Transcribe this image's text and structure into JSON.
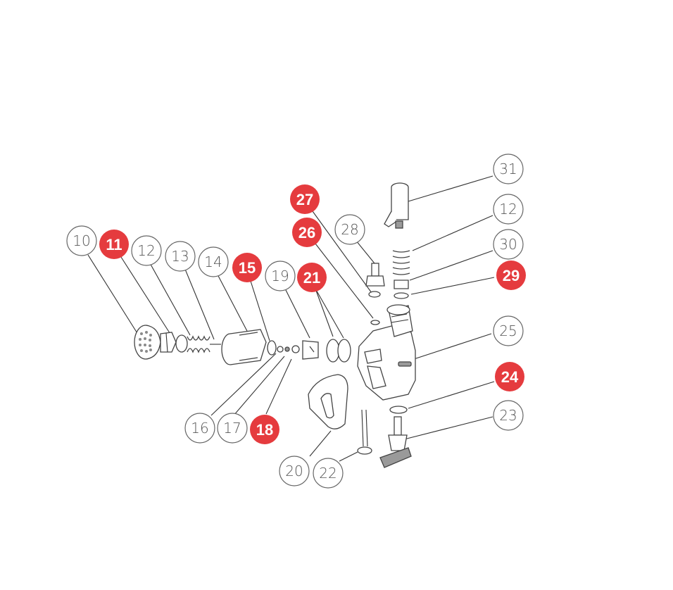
{
  "highlight_color": "#e53b3e",
  "outline_color": "#666666",
  "callouts": [
    {
      "id": "c10",
      "label": "10",
      "highlighted": false
    },
    {
      "id": "c11",
      "label": "11",
      "highlighted": true
    },
    {
      "id": "c12a",
      "label": "12",
      "highlighted": false
    },
    {
      "id": "c13",
      "label": "13",
      "highlighted": false
    },
    {
      "id": "c14",
      "label": "14",
      "highlighted": false
    },
    {
      "id": "c15",
      "label": "15",
      "highlighted": true
    },
    {
      "id": "c19",
      "label": "19",
      "highlighted": false
    },
    {
      "id": "c21",
      "label": "21",
      "highlighted": true
    },
    {
      "id": "c27",
      "label": "27",
      "highlighted": true
    },
    {
      "id": "c26",
      "label": "26",
      "highlighted": true
    },
    {
      "id": "c28",
      "label": "28",
      "highlighted": false
    },
    {
      "id": "c31",
      "label": "31",
      "highlighted": false
    },
    {
      "id": "c12b",
      "label": "12",
      "highlighted": false
    },
    {
      "id": "c30",
      "label": "30",
      "highlighted": false
    },
    {
      "id": "c29",
      "label": "29",
      "highlighted": true
    },
    {
      "id": "c25",
      "label": "25",
      "highlighted": false
    },
    {
      "id": "c24",
      "label": "24",
      "highlighted": true
    },
    {
      "id": "c23",
      "label": "23",
      "highlighted": false
    },
    {
      "id": "c16",
      "label": "16",
      "highlighted": false
    },
    {
      "id": "c17",
      "label": "17",
      "highlighted": false
    },
    {
      "id": "c18",
      "label": "18",
      "highlighted": true
    },
    {
      "id": "c20",
      "label": "20",
      "highlighted": false
    },
    {
      "id": "c22",
      "label": "22",
      "highlighted": false
    }
  ]
}
